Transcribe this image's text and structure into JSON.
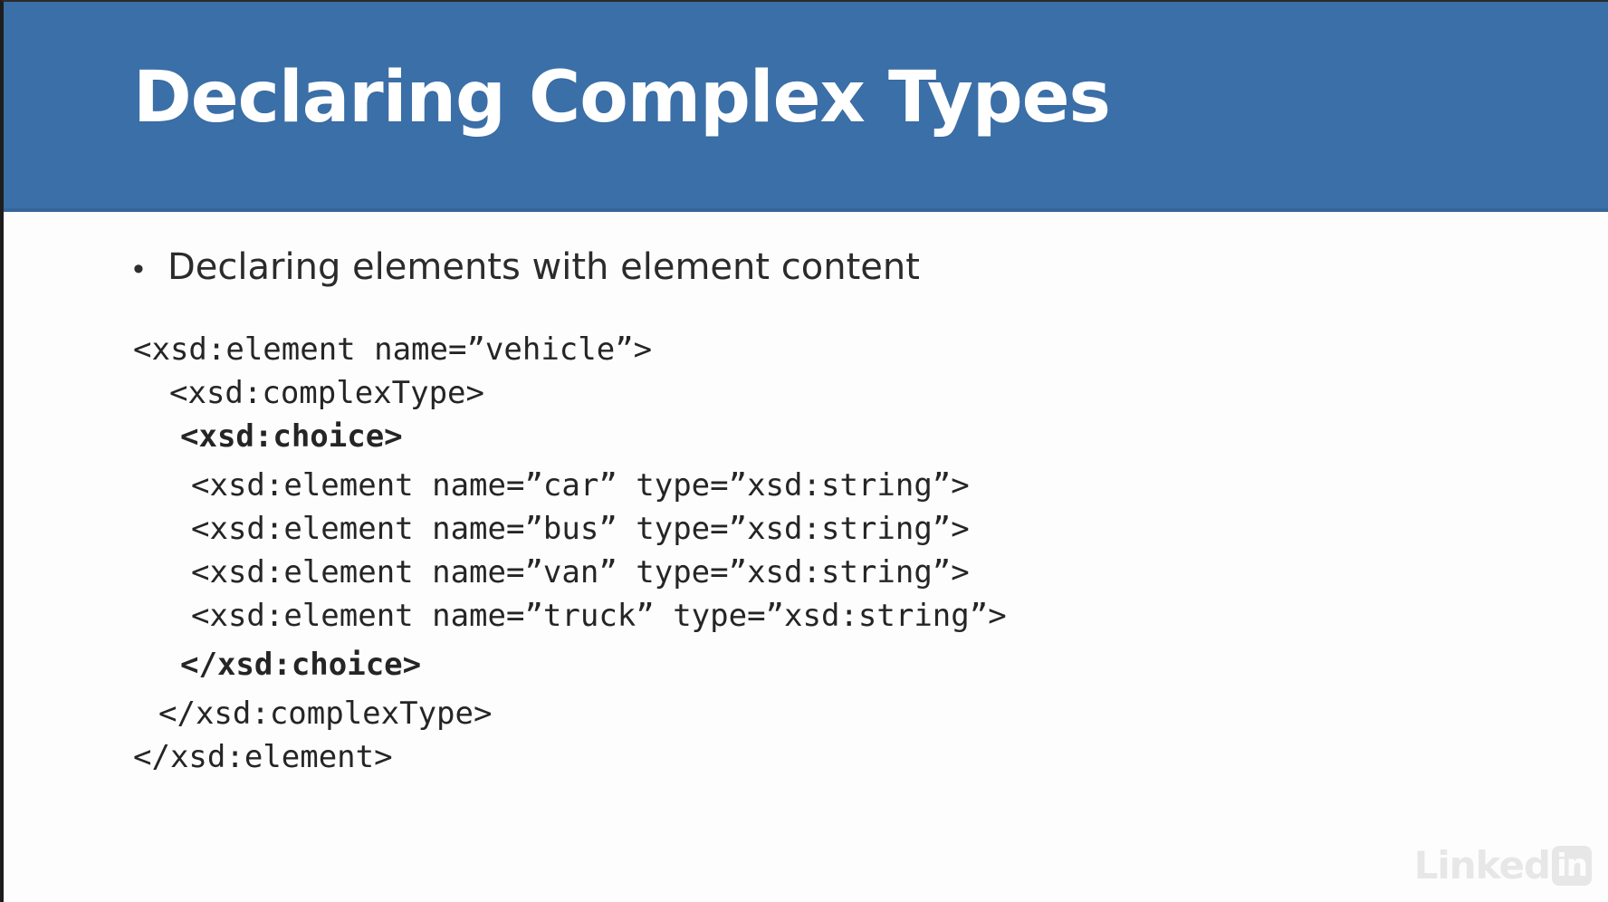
{
  "slide": {
    "title": "Declaring Complex Types",
    "header_color": "#3B6FA8",
    "background_color": "#FDFDFD",
    "text_color": "#252525"
  },
  "bullets": [
    {
      "marker": "•",
      "text": "Declaring elements with element content"
    }
  ],
  "code": {
    "language": "xsd",
    "lines": [
      {
        "text": "<xsd:element name=”vehicle”>",
        "indent": 0,
        "bold": false
      },
      {
        "text": "<xsd:complexType>",
        "indent": 2,
        "bold": false
      },
      {
        "text": "<xsd:choice>",
        "indent": 2.6,
        "bold": true
      },
      {
        "text": "<xsd:element name=”car” type=”xsd:string”>",
        "indent": 3.2,
        "bold": false
      },
      {
        "text": "<xsd:element name=”bus” type=”xsd:string”>",
        "indent": 3.2,
        "bold": false
      },
      {
        "text": "<xsd:element name=”van” type=”xsd:string”>",
        "indent": 3.2,
        "bold": false
      },
      {
        "text": "<xsd:element name=”truck” type=”xsd:string”>",
        "indent": 3.2,
        "bold": false
      },
      {
        "text": "</xsd:choice>",
        "indent": 2.6,
        "bold": true
      },
      {
        "text": "</xsd:complexType>",
        "indent": 1.4,
        "bold": false
      },
      {
        "text": "</xsd:element>",
        "indent": 0,
        "bold": false
      }
    ]
  },
  "watermark": {
    "wordmark": "Linked",
    "badge": "in",
    "color": "#E7E7E7"
  }
}
